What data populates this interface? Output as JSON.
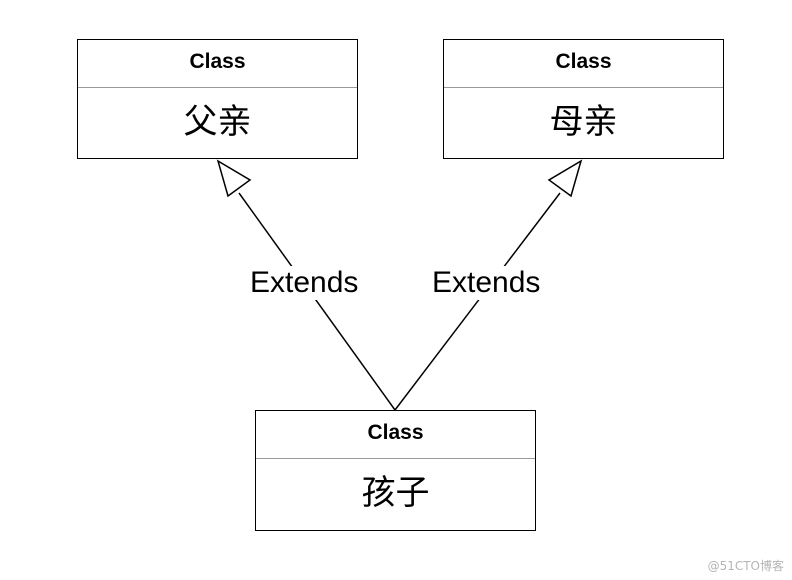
{
  "classes": {
    "father": {
      "stereotype": "Class",
      "name": "父亲"
    },
    "mother": {
      "stereotype": "Class",
      "name": "母亲"
    },
    "child": {
      "stereotype": "Class",
      "name": "孩子"
    }
  },
  "edges": {
    "child_to_father": {
      "label": "Extends"
    },
    "child_to_mother": {
      "label": "Extends"
    }
  },
  "watermark": "@51CTO博客"
}
